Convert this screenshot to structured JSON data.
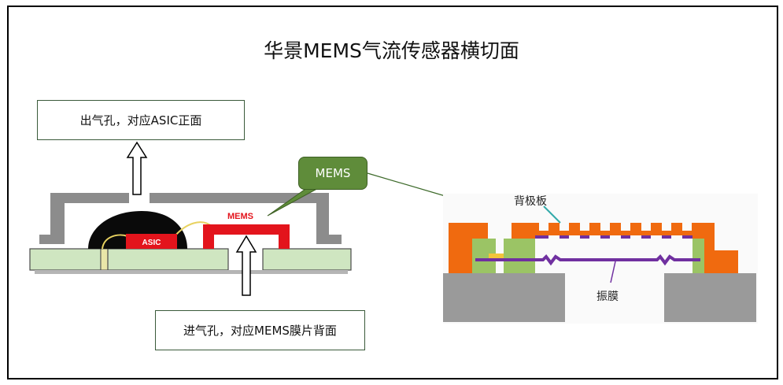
{
  "title": "华景MEMS气流传感器横切面",
  "labels": {
    "outlet": "出气孔，对应ASIC正面",
    "inlet": "进气孔，对应MEMS膜片背面",
    "callout": "MEMS",
    "asic_chip": "ASIC",
    "mems_chip": "MEMS",
    "backplate": "背极板",
    "diaphragm": "振膜"
  },
  "colors": {
    "housing": "#8c8c8c",
    "pcb": "#cfe6c1",
    "asic_blob": "#0a0a0a",
    "red": "#e3141c",
    "callout": "#5f8c3a",
    "orange": "#f06a0f",
    "green_layer": "#9bc465",
    "purple": "#7030a0",
    "substrate": "#9a9a9a",
    "teal": "#33aaaa"
  }
}
